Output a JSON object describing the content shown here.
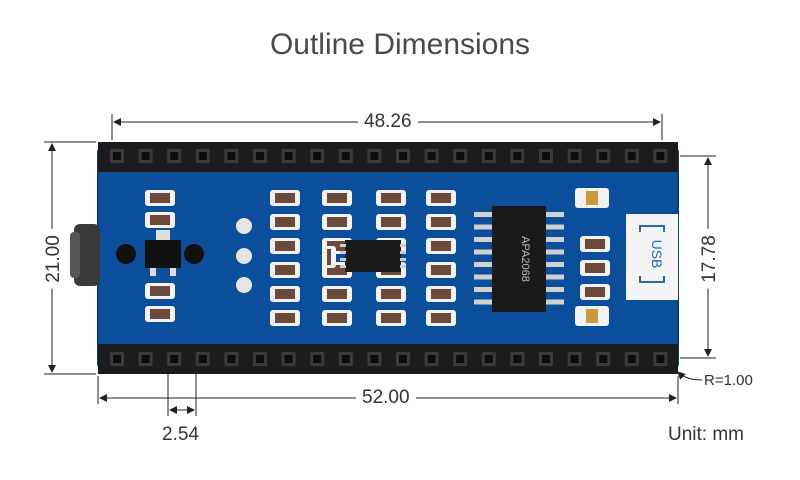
{
  "title": "Outline Dimensions",
  "dimensions": {
    "top_width": "48.26",
    "bottom_width": "52.00",
    "left_height": "21.00",
    "right_height": "17.78",
    "pin_pitch": "2.54",
    "corner_radius": "R=1.00"
  },
  "unit_label": "Unit: mm",
  "board": {
    "usb_label": "USB",
    "chip_label": "APA2068",
    "colors": {
      "pcb": "#0b4f9c",
      "header": "#1c1c1c",
      "dimension_line": "#222222"
    }
  }
}
